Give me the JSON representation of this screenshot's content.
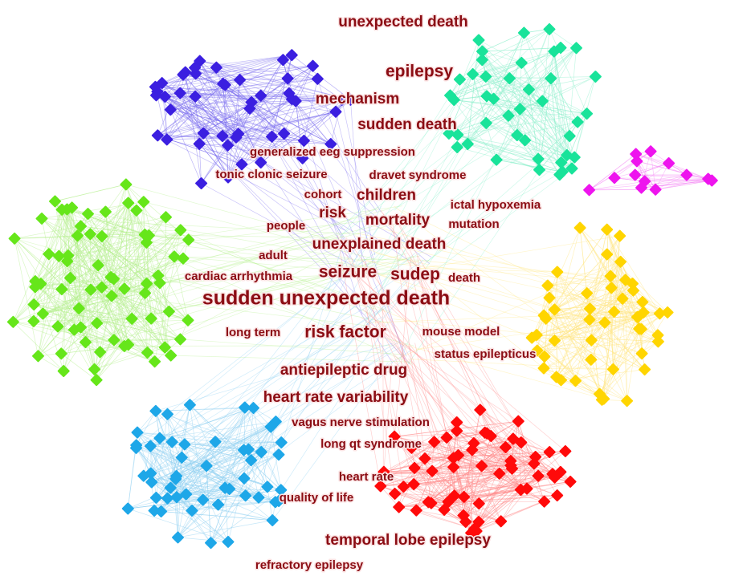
{
  "keywords": [
    {
      "text": "unexpected death",
      "size": "medium"
    },
    {
      "text": "epilepsy",
      "size": "large"
    },
    {
      "text": "mechanism",
      "size": "medium"
    },
    {
      "text": "sudden death",
      "size": "medium"
    },
    {
      "text": "generalized eeg suppression",
      "size": "small"
    },
    {
      "text": "tonic clonic seizure",
      "size": "small"
    },
    {
      "text": "dravet syndrome",
      "size": "small"
    },
    {
      "text": "cohort",
      "size": "small"
    },
    {
      "text": "children",
      "size": "medium"
    },
    {
      "text": "ictal hypoxemia",
      "size": "small"
    },
    {
      "text": "risk",
      "size": "medium"
    },
    {
      "text": "mortality",
      "size": "medium"
    },
    {
      "text": "mutation",
      "size": "small"
    },
    {
      "text": "people",
      "size": "small"
    },
    {
      "text": "adult",
      "size": "small"
    },
    {
      "text": "unexplained death",
      "size": "medium"
    },
    {
      "text": "cardiac arrhythmia",
      "size": "small"
    },
    {
      "text": "seizure",
      "size": "large"
    },
    {
      "text": "sudep",
      "size": "large"
    },
    {
      "text": "death",
      "size": "small"
    },
    {
      "text": "sudden unexpected death",
      "size": "xlarge"
    },
    {
      "text": "long term",
      "size": "small"
    },
    {
      "text": "risk factor",
      "size": "large"
    },
    {
      "text": "mouse model",
      "size": "small"
    },
    {
      "text": "status epilepticus",
      "size": "small"
    },
    {
      "text": "antiepileptic drug",
      "size": "medium"
    },
    {
      "text": "heart rate variability",
      "size": "medium"
    },
    {
      "text": "vagus nerve stimulation",
      "size": "small"
    },
    {
      "text": "long qt syndrome",
      "size": "small"
    },
    {
      "text": "heart rate",
      "size": "small"
    },
    {
      "text": "quality of life",
      "size": "small"
    },
    {
      "text": "temporal lobe epilepsy",
      "size": "medium"
    },
    {
      "text": "refractory epilepsy",
      "size": "small"
    }
  ],
  "clusters": [
    {
      "color": "#3b1fe0",
      "edge_color": "#7a6cf0"
    },
    {
      "color": "#19e39a",
      "edge_color": "#8cf0cc"
    },
    {
      "color": "#66e61a",
      "edge_color": "#b3f08c"
    },
    {
      "color": "#ffd500",
      "edge_color": "#ffe680"
    },
    {
      "color": "#1ea7e8",
      "edge_color": "#8dd0f2"
    },
    {
      "color": "#ff0a0a",
      "edge_color": "#ff8a8a"
    },
    {
      "color": "#ee14ee",
      "edge_color": "#f58cf5"
    }
  ],
  "label_color": "#8b0d14",
  "label_highlight": "#fbe3e3"
}
